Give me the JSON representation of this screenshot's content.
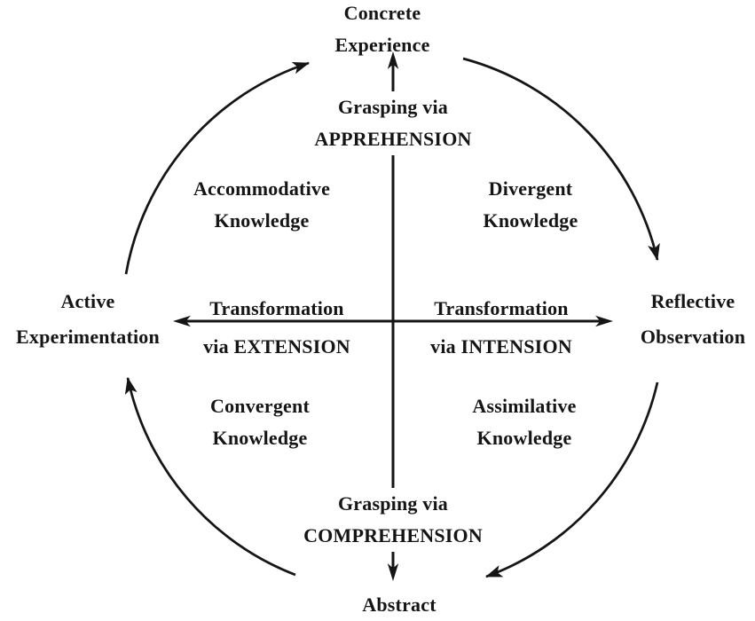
{
  "colors": {
    "ink": "#151515",
    "background": "#ffffff"
  },
  "nodes": {
    "concrete_experience": {
      "line1": "Concrete",
      "line2": "Experience"
    },
    "reflective_observation": {
      "line1": "Reflective",
      "line2": "Observation"
    },
    "abstract": {
      "line1": "Abstract"
    },
    "active_experimentation": {
      "line1": "Active",
      "line2": "Experimentation"
    }
  },
  "axes": {
    "grasping_apprehension": {
      "line1": "Grasping via",
      "line2": "APPREHENSION"
    },
    "grasping_comprehension": {
      "line1": "Grasping via",
      "line2": "COMPREHENSION"
    },
    "transformation_extension": {
      "line1": "Transformation",
      "line2": "via EXTENSION"
    },
    "transformation_intension": {
      "line1": "Transformation",
      "line2": "via INTENSION"
    }
  },
  "quadrants": {
    "accommodative": {
      "line1": "Accommodative",
      "line2": "Knowledge"
    },
    "divergent": {
      "line1": "Divergent",
      "line2": "Knowledge"
    },
    "convergent": {
      "line1": "Convergent",
      "line2": "Knowledge"
    },
    "assimilative": {
      "line1": "Assimilative",
      "line2": "Knowledge"
    }
  }
}
